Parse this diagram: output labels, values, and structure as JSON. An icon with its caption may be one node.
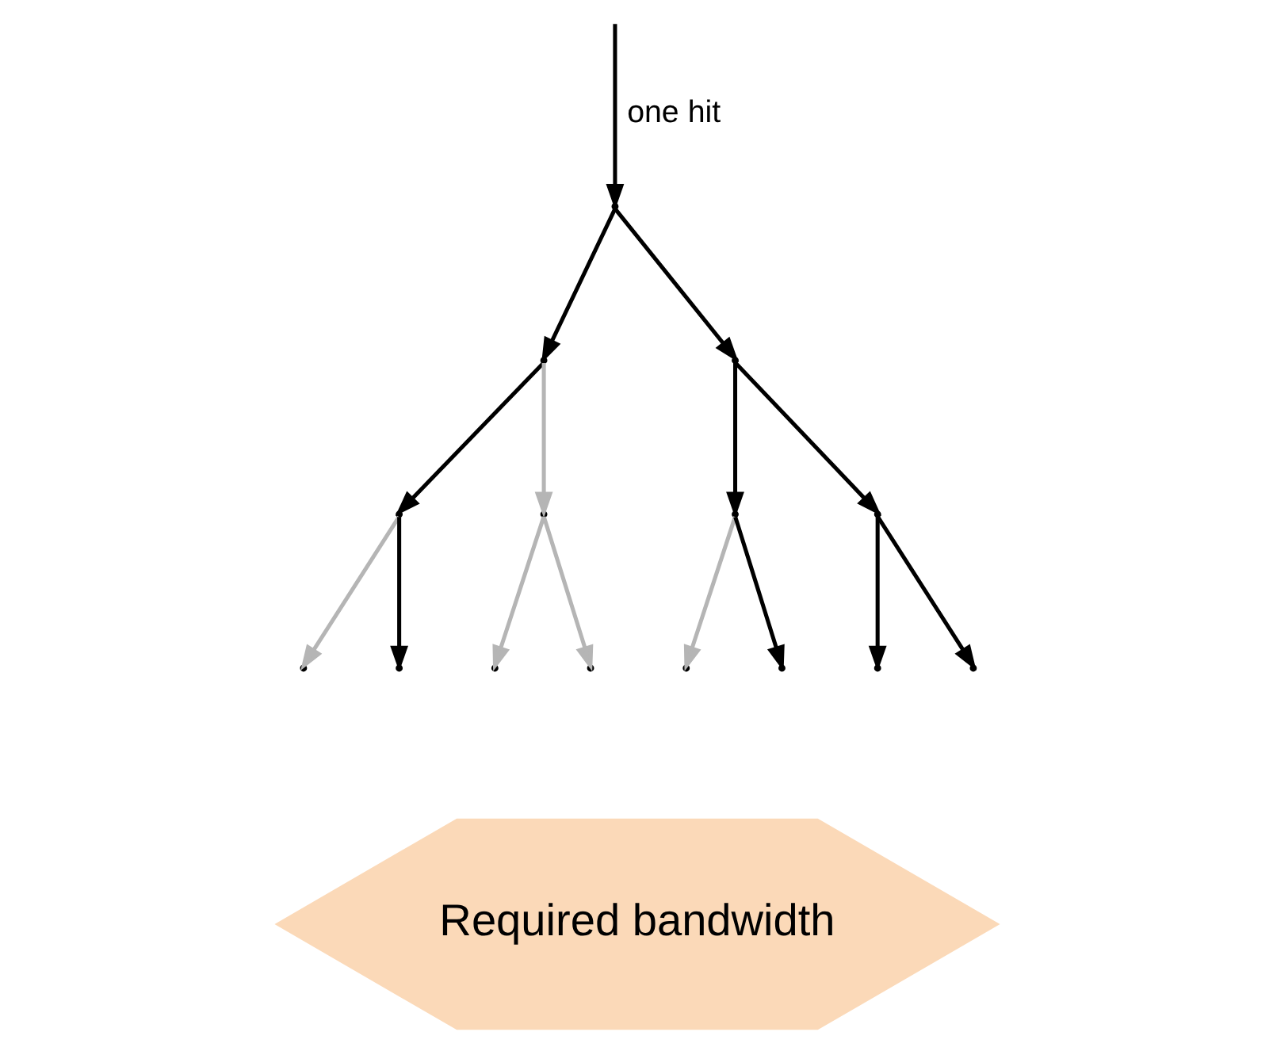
{
  "diagram": {
    "nodes": [
      {
        "text": [],
        "shape": "point"
      },
      {
        "text": [],
        "shape": "point"
      },
      {
        "text": [],
        "shape": "point"
      },
      {
        "text": [],
        "shape": "point"
      },
      {
        "text": [],
        "shape": "point"
      },
      {
        "text": [],
        "shape": "point"
      },
      {
        "text": [],
        "shape": "point"
      },
      {
        "text": [],
        "shape": "point"
      },
      {
        "text": [],
        "shape": "point"
      },
      {
        "text": [],
        "shape": "point"
      },
      {
        "text": [],
        "shape": "point"
      },
      {
        "text": [],
        "shape": "point"
      },
      {
        "text": [],
        "shape": "point"
      },
      {
        "text": [],
        "shape": "point"
      },
      {
        "text": [],
        "shape": "point"
      },
      {
        "text": [
          "Required bandwidth"
        ]
      }
    ],
    "edges": [
      {
        "from": null,
        "to": 0,
        "arrow": "to",
        "label": "one hit"
      },
      {
        "from": 0,
        "to": 1,
        "arrow": "to"
      },
      {
        "from": 0,
        "to": 2,
        "arrow": "to"
      },
      {
        "from": 1,
        "to": 3,
        "arrow": "to"
      },
      {
        "from": 1,
        "to": 4,
        "arrow": "to",
        "color": "#b5b5b5"
      },
      {
        "from": 2,
        "to": 5,
        "arrow": "to"
      },
      {
        "from": 2,
        "to": 6,
        "arrow": "to"
      },
      {
        "from": 3,
        "to": 7,
        "arrow": "to",
        "color": "#b5b5b5"
      },
      {
        "from": 3,
        "to": 8,
        "arrow": "to"
      },
      {
        "from": 4,
        "to": 9,
        "arrow": "to",
        "color": "#b5b5b5"
      },
      {
        "from": 4,
        "to": 10,
        "arrow": "to",
        "color": "#b5b5b5"
      },
      {
        "from": 5,
        "to": 11,
        "arrow": "to",
        "color": "#b5b5b5"
      },
      {
        "from": 5,
        "to": 12,
        "arrow": "to"
      },
      {
        "from": 6,
        "to": 13,
        "arrow": "to"
      },
      {
        "from": 6,
        "to": 14,
        "arrow": "to"
      }
    ]
  }
}
